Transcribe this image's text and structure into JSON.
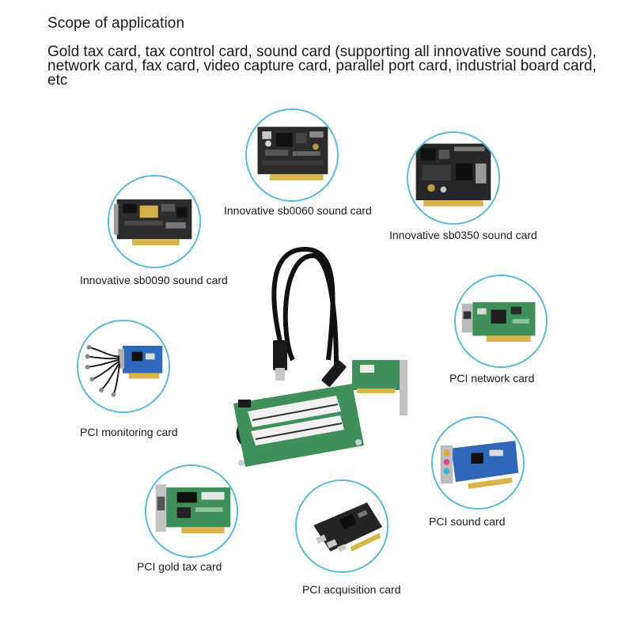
{
  "heading": "Scope of application",
  "description": "Gold tax card, tax control card, sound card (supporting all innovative sound cards), network card, fax card, video capture card, parallel port card, industrial board card, etc",
  "cards": [
    {
      "label": "Innovative sb0060 sound card",
      "icon": "sound-card-icon"
    },
    {
      "label": "Innovative sb0350 sound card",
      "icon": "sound-card-icon"
    },
    {
      "label": "Innovative sb0090 sound card",
      "icon": "sound-card-icon"
    },
    {
      "label": "PCI network card",
      "icon": "network-card-icon"
    },
    {
      "label": "PCI monitoring card",
      "icon": "monitoring-card-icon"
    },
    {
      "label": "PCI sound card",
      "icon": "sound-card-icon"
    },
    {
      "label": "PCI gold tax card",
      "icon": "gold-tax-card-icon"
    },
    {
      "label": "PCI acquisition card",
      "icon": "acquisition-card-icon"
    }
  ],
  "colors": {
    "circle_border": "#58b8dc",
    "pcb_green": "#3e8f5a",
    "pcb_dark": "#2a2a2a",
    "pcb_blue": "#2f68b8",
    "gold_contacts": "#d9b44a"
  }
}
